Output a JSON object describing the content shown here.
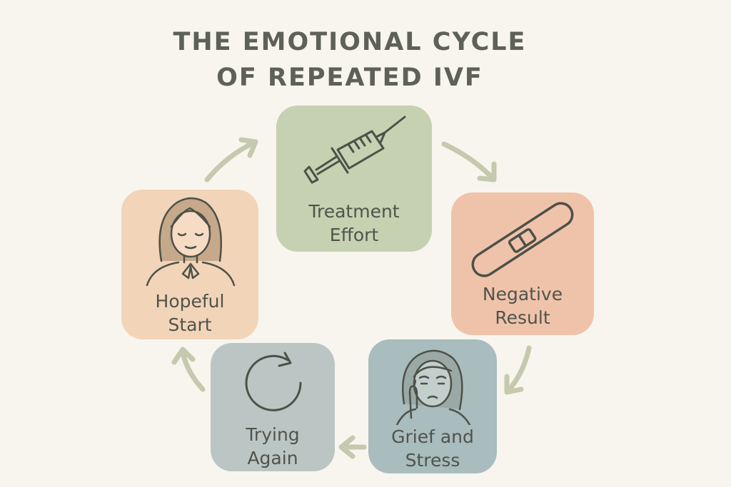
{
  "title": {
    "line1": "THE EMOTIONAL CYCLE",
    "line2": "OF REPEATED IVF"
  },
  "stages": {
    "treatment": {
      "line1": "Treatment",
      "line2": "Effort",
      "icon": "syringe-icon"
    },
    "negative": {
      "line1": "Negative",
      "line2": "Result",
      "icon": "test-strip-icon"
    },
    "grief": {
      "line1": "Grief and",
      "line2": "Stress",
      "icon": "distressed-woman-icon"
    },
    "trying": {
      "line1": "Trying",
      "line2": "Again",
      "icon": "circular-arrow-icon"
    },
    "hopeful": {
      "line1": "Hopeful",
      "line2": "Start",
      "icon": "calm-woman-icon"
    }
  },
  "colors": {
    "background": "#f8f5ee",
    "treatment_card": "#c6d1b2",
    "negative_card": "#efc3aa",
    "grief_card": "#a9bcbe",
    "trying_card": "#bbc6c4",
    "hopeful_card": "#f2d4b8",
    "arrow": "#c5c9ae",
    "ink": "#4a4d45"
  }
}
